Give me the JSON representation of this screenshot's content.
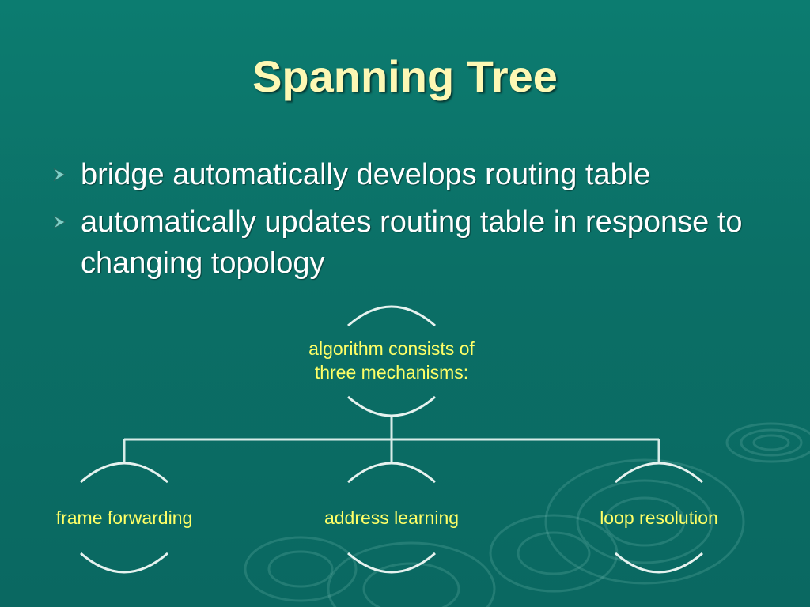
{
  "slide": {
    "title": "Spanning Tree",
    "bullets": [
      "bridge automatically develops routing table",
      "automatically updates routing table in response to changing topology"
    ]
  },
  "diagram": {
    "root": {
      "lines": [
        "algorithm consists of",
        "three mechanisms:"
      ]
    },
    "children": [
      {
        "label": "frame forwarding"
      },
      {
        "label": "address learning"
      },
      {
        "label": "loop resolution"
      }
    ]
  },
  "colors": {
    "background": "#0b7068",
    "title": "#fdf8b4",
    "bullet_text": "#ffffff",
    "bullet_arrow": "#7fd0c8",
    "node_text": "#ffff66",
    "connector": "#d8ece8"
  },
  "icons": {
    "bullet": "arrowhead-bullet-icon"
  }
}
